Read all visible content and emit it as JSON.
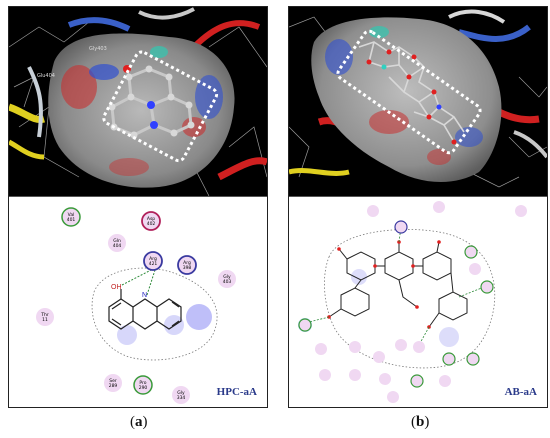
{
  "figure": {
    "panels": [
      {
        "id": "a",
        "caption_letter": "a",
        "ligand_label": "HPC-aA",
        "ligand_atoms": [
          "OH",
          "N"
        ],
        "residues": [
          {
            "name": "Val",
            "num": "401",
            "type": "hydrophobic"
          },
          {
            "name": "Asp",
            "num": "402",
            "type": "acidic"
          },
          {
            "name": "Gln",
            "num": "404",
            "type": "polar"
          },
          {
            "name": "Arg",
            "num": "421",
            "type": "basic"
          },
          {
            "name": "Arg",
            "num": "398",
            "type": "basic"
          },
          {
            "name": "Gly",
            "num": "403",
            "type": "polar"
          },
          {
            "name": "Thr",
            "num": "11",
            "type": "polar"
          },
          {
            "name": "Ser",
            "num": "289",
            "type": "polar"
          },
          {
            "name": "Pro",
            "num": "290",
            "type": "hydrophobic"
          },
          {
            "name": "Gly",
            "num": "334",
            "type": "polar"
          }
        ],
        "render_labels": [
          "Glu404",
          "Gly403"
        ]
      },
      {
        "id": "b",
        "caption_letter": "b",
        "ligand_label": "AB-aA"
      }
    ]
  },
  "colors": {
    "panel_label": "#2a3a8a",
    "hbond": "#2e8b3a",
    "polar_fill": "#f0d8f2",
    "acidic_ring": "#b0205a",
    "basic_ring": "#3a3aa0",
    "hydrophobic_ring": "#3a9a3a"
  }
}
